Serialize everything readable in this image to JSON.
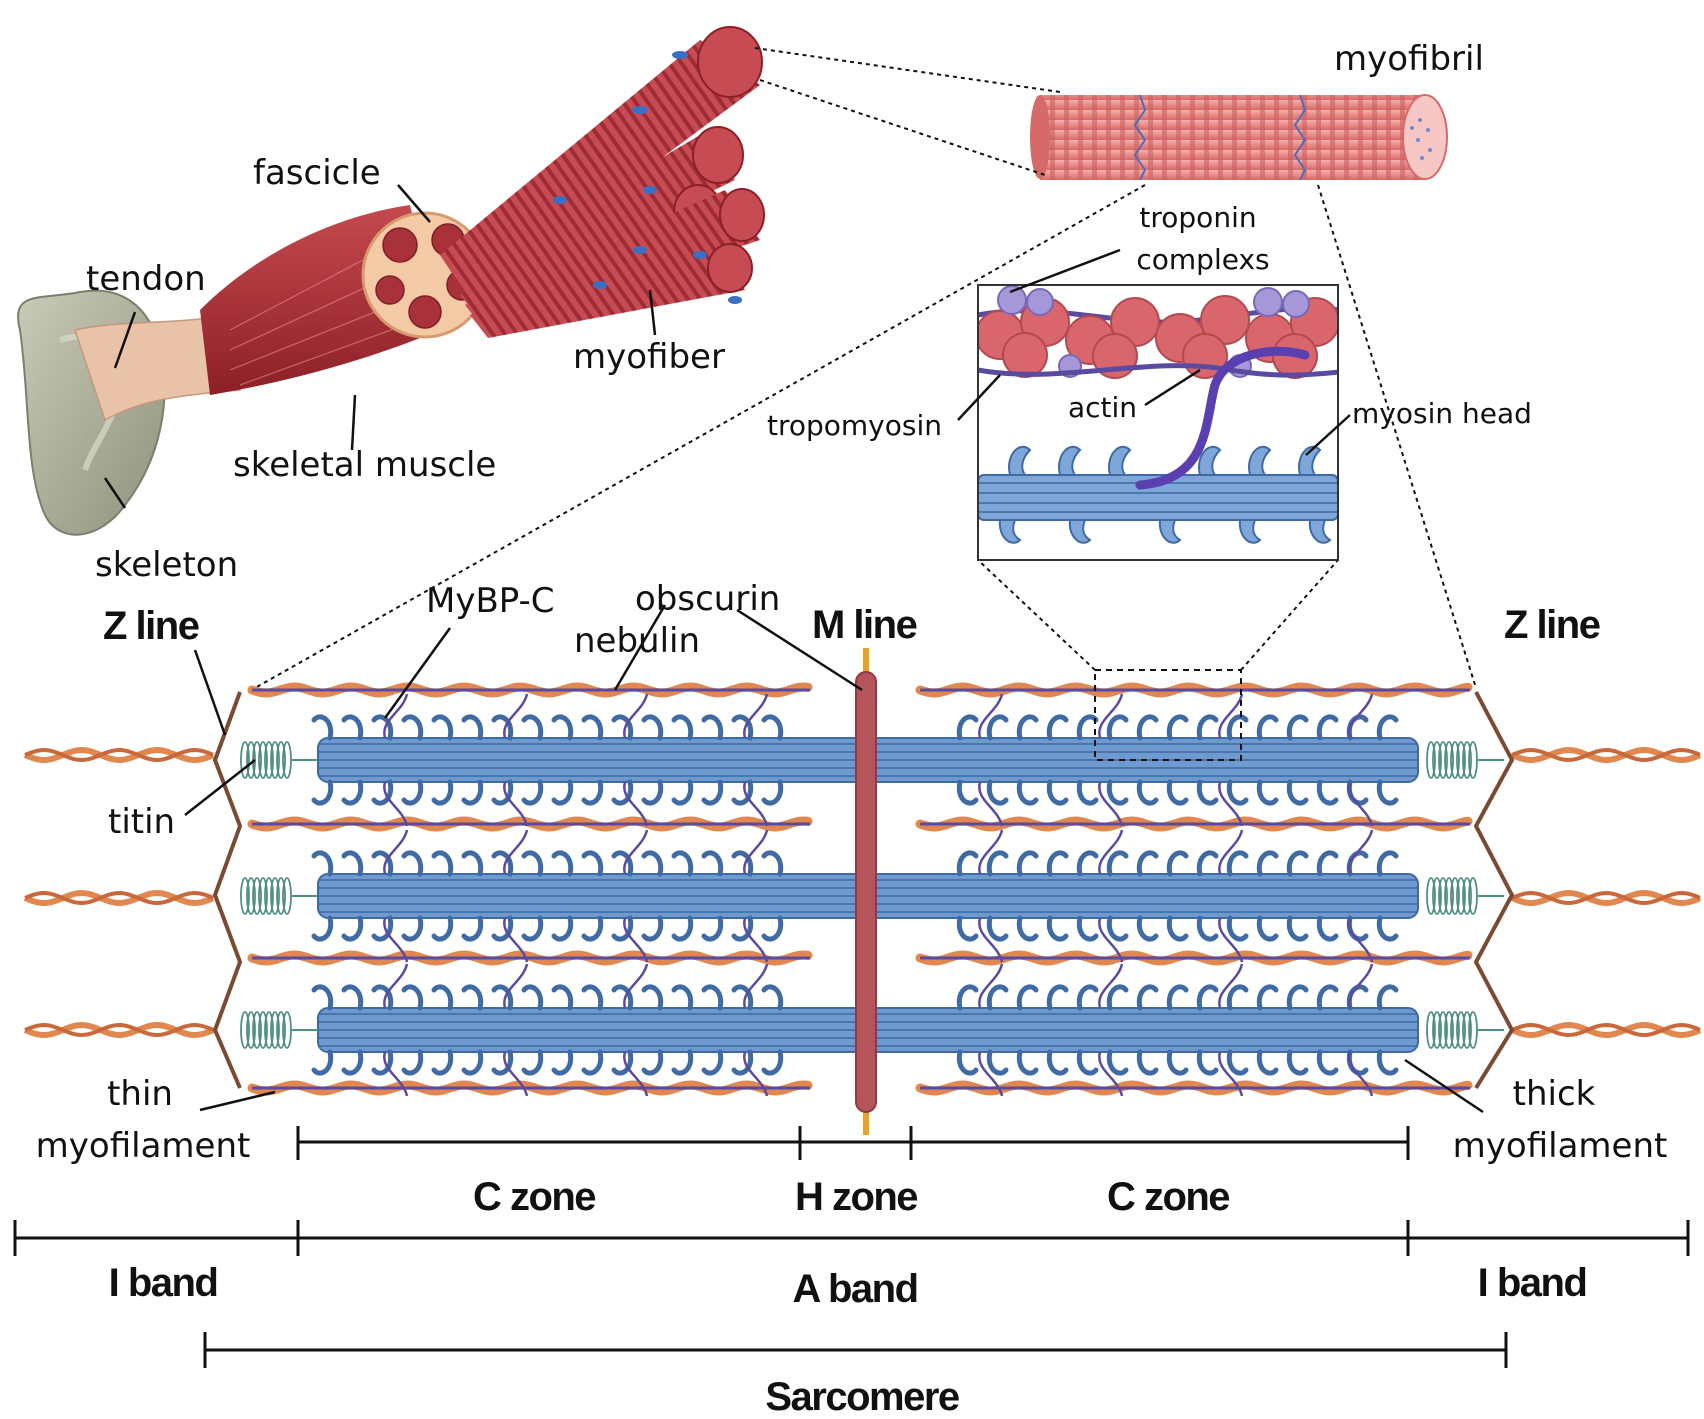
{
  "labels": {
    "myofibril": "myofibril",
    "fascicle": "fascicle",
    "tendon": "tendon",
    "myofiber": "myofiber",
    "skeletal_muscle": "skeletal muscle",
    "skeleton": "skeleton",
    "troponin_line1": "troponin",
    "troponin_line2": "complexs",
    "tropomyosin": "tropomyosin",
    "actin": "actin",
    "myosin_head": "myosin head",
    "mybp_c": "MyBP-C",
    "obscurin": "obscurin",
    "nebulin": "nebulin",
    "m_line": "M line",
    "z_line_left": "Z line",
    "z_line_right": "Z line",
    "titin": "titin",
    "thin_line1": "thin",
    "thin_line2": "myofilament",
    "thick_line1": "thick",
    "thick_line2": "myofilament",
    "c_zone_left": "C zone",
    "h_zone": "H zone",
    "c_zone_right": "C zone",
    "i_band_left": "I band",
    "a_band": "A band",
    "i_band_right": "I band",
    "sarcomere": "Sarcomere"
  },
  "colors": {
    "thick_filament": "#6f9ad0",
    "thick_outline": "#3f6aa3",
    "thin_filament": "#e0884f",
    "nebulin": "#5a4aa0",
    "m_line": "#b5545a",
    "obscurin": "#e7a323",
    "z_line": "#7a4a35",
    "titin": "#4f8f84",
    "muscle": "#b8323b",
    "bone": "#9ea08a",
    "actin": "#d9666c",
    "troponin": "#9a8ad0"
  }
}
